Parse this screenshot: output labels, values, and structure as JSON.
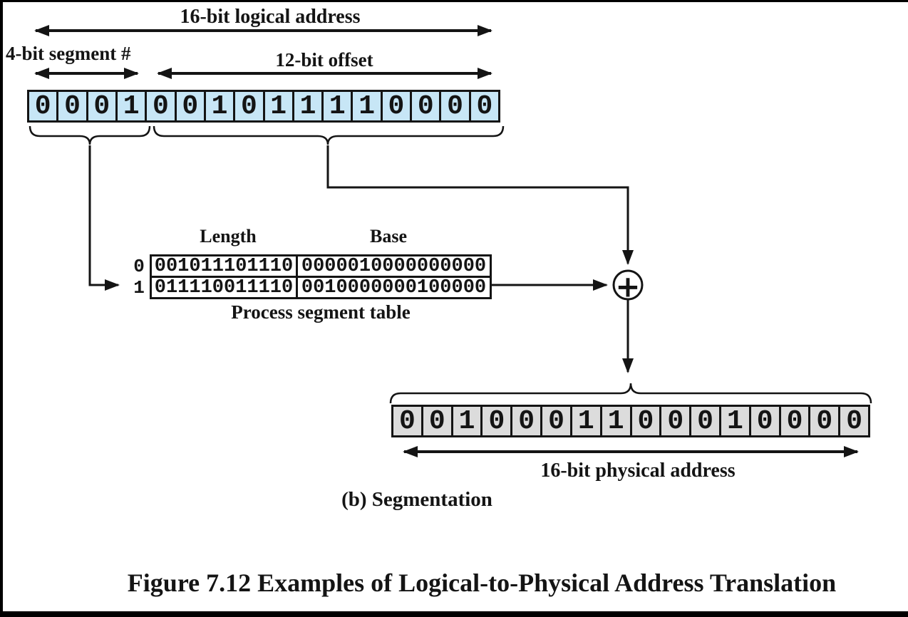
{
  "logical_address": {
    "title": "16-bit logical address",
    "segment_label": "4-bit segment #",
    "offset_label": "12-bit offset",
    "bits": [
      "0",
      "0",
      "0",
      "1",
      "0",
      "0",
      "1",
      "0",
      "1",
      "1",
      "1",
      "1",
      "0",
      "0",
      "0",
      "0"
    ]
  },
  "segment_table": {
    "columns": [
      "Length",
      "Base"
    ],
    "rows": [
      {
        "index": "0",
        "length": "001011101110",
        "base": "0000010000000000"
      },
      {
        "index": "1",
        "length": "011110011110",
        "base": "0010000000100000"
      }
    ],
    "caption": "Process segment table"
  },
  "adder": {
    "symbol": "+"
  },
  "physical_address": {
    "title": "16-bit physical address",
    "bits": [
      "0",
      "0",
      "1",
      "0",
      "0",
      "0",
      "1",
      "1",
      "0",
      "0",
      "0",
      "1",
      "0",
      "0",
      "0",
      "0"
    ]
  },
  "captions": {
    "sublabel": "(b) Segmentation",
    "figure_title": "Figure 7.12  Examples of Logical-to-Physical Address Translation"
  },
  "colors": {
    "logical_cell": "#c7e6f6",
    "physical_cell": "#dcdcdc",
    "line": "#141414"
  }
}
